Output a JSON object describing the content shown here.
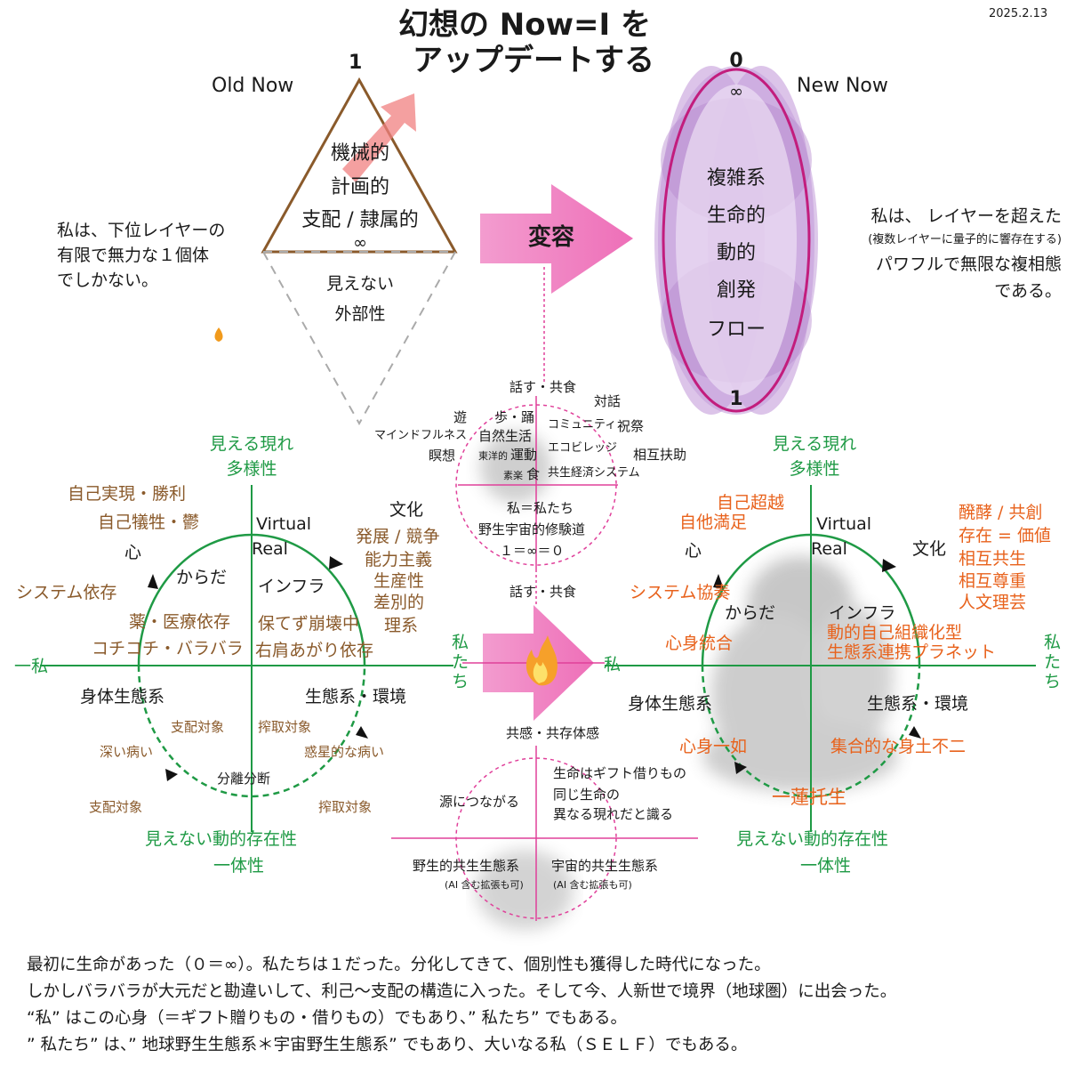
{
  "header": {
    "title_line1": "幻想の Now=I を",
    "title_line2": "アップデートする",
    "date": "2025.2.13"
  },
  "old_now": {
    "label": "Old Now",
    "top_number": "1",
    "lines": [
      "機械的",
      "計画的",
      "支配 / 隷属的"
    ],
    "infinity": "∞",
    "hidden_lines": [
      "見えない",
      "外部性"
    ],
    "left_note": [
      "私は、下位レイヤーの",
      "有限で無力な１個体",
      "でしかない。"
    ]
  },
  "transform": {
    "label": "変容"
  },
  "new_now": {
    "label": "New Now",
    "top_number": "0",
    "infinity": "∞",
    "bottom_number": "1",
    "lines": [
      "複雑系",
      "生命的",
      "動的",
      "創発",
      "フロー"
    ],
    "right_note_line1": "私は、 レイヤーを超えた",
    "right_note_line2": "(複数レイヤーに量子的に響存在する)",
    "right_note_line3": "パワフルで無限な複相態",
    "right_note_line4": "である。"
  },
  "center_top": {
    "top": "話す・共食",
    "dialogue": "対話",
    "asobi": "遊",
    "walk": "歩・踊",
    "community": "コミュニティ",
    "festival": "祝祭",
    "mindfulness": "マインドフルネス",
    "nature_life": "自然生活",
    "ecovillage": "エコビレッジ",
    "mutual_aid": "相互扶助",
    "meditation": "瞑想",
    "eastern": "東洋的",
    "exercise": "運動",
    "vegan": "素楽",
    "food": "食",
    "coexist_economy": "共生経済システム",
    "me_us": "私＝私たち",
    "wild_practice": "野生宇宙的修験道",
    "equation": "１＝∞＝０"
  },
  "center_mid": {
    "label": "話す・共食"
  },
  "center_bottom": {
    "top": "共感・共存体感",
    "gift1": "生命はギフト借りもの",
    "gift2": "同じ生命の",
    "gift3": "異なる現れだと識る",
    "connect": "源につながる",
    "wild_eco": "野生的共生生態系",
    "wild_eco_note": "(AI 含む拡張も可)",
    "cosmic_eco": "宇宙的共生生態系",
    "cosmic_eco_note": "(AI 含む拡張も可)"
  },
  "left_quad": {
    "top1": "見える現れ",
    "top2": "多様性",
    "bottom1": "見えない動的存在性",
    "bottom2": "一体性",
    "axis_left": "一私",
    "axis_right": "私たち",
    "self_real": "自己実現・勝利",
    "self_sacrifice": "自己犠牲・鬱",
    "kokoro": "心",
    "virtual": "Virtual",
    "real": "Real",
    "bunka": "文化",
    "development": "発展 / 競争",
    "meritocracy": "能力主義",
    "productivity": "生産性",
    "discrimination": "差別的",
    "science": "理系",
    "system_dep": "システム依存",
    "karada": "からだ",
    "infra": "インフラ",
    "medicine": "薬・医療依存",
    "collapse": "保てず崩壊中",
    "stiff": "コチコチ・バラバラ",
    "right_shoulder": "右肩あがり依存",
    "body_eco": "身体生態系",
    "eco_env": "生態系・環境",
    "dominate_target": "支配対象",
    "exploit_target": "搾取対象",
    "deep_illness": "深い病い",
    "planet_illness": "惑星的な病い",
    "separation": "分離分断",
    "dominate_target2": "支配対象",
    "exploit_target2": "搾取対象"
  },
  "right_quad": {
    "top1": "見える現れ",
    "top2": "多様性",
    "bottom1": "見えない動的存在性",
    "bottom2": "一体性",
    "axis_left": "私",
    "axis_right": "私たち",
    "self_transcend": "自己超越",
    "mutual_satisfy": "自他満足",
    "kokoro": "心",
    "virtual": "Virtual",
    "real": "Real",
    "bunka": "文化",
    "ferment": "醗酵 / 共創",
    "existence_value": "存在 = 価値",
    "coexist": "相互共生",
    "respect": "相互尊重",
    "humanities": "人文理芸",
    "system_ensemble": "システム協奏",
    "karada": "からだ",
    "infra": "インフラ",
    "self_org": "動的自己組織化型",
    "eco_planet": "生態系連携プラネット",
    "mind_body": "心身統合",
    "body_eco": "身体生態系",
    "eco_env": "生態系・環境",
    "mind_body_one": "心身一如",
    "collective": "集合的な身土不二",
    "lotus": "一蓮托生"
  },
  "footer": {
    "line1": "最初に生命があった（０＝∞）。私たちは１だった。分化してきて、個別性も獲得した時代になった。",
    "line2": "しかしバラバラが大元だと勘違いして、利己〜支配の構造に入った。そして今、人新世で境界（地球圏）に出会った。",
    "line3": "“私” はこの心身（＝ギフト贈りもの・借りもの）でもあり、” 私たち” でもある。",
    "line4": "” 私たち” は、” 地球野生生態系＊宇宙野生生態系” でもあり、大いなる私（ＳＥＬＦ）でもある。"
  },
  "colors": {
    "green": "#1f9a45",
    "brown": "#8a5a2b",
    "orange": "#e8621c",
    "pink": "#e0409a",
    "arrow_pink": "#f07cc2",
    "purple": "#a97bbf",
    "magenta": "#c21d7d"
  }
}
